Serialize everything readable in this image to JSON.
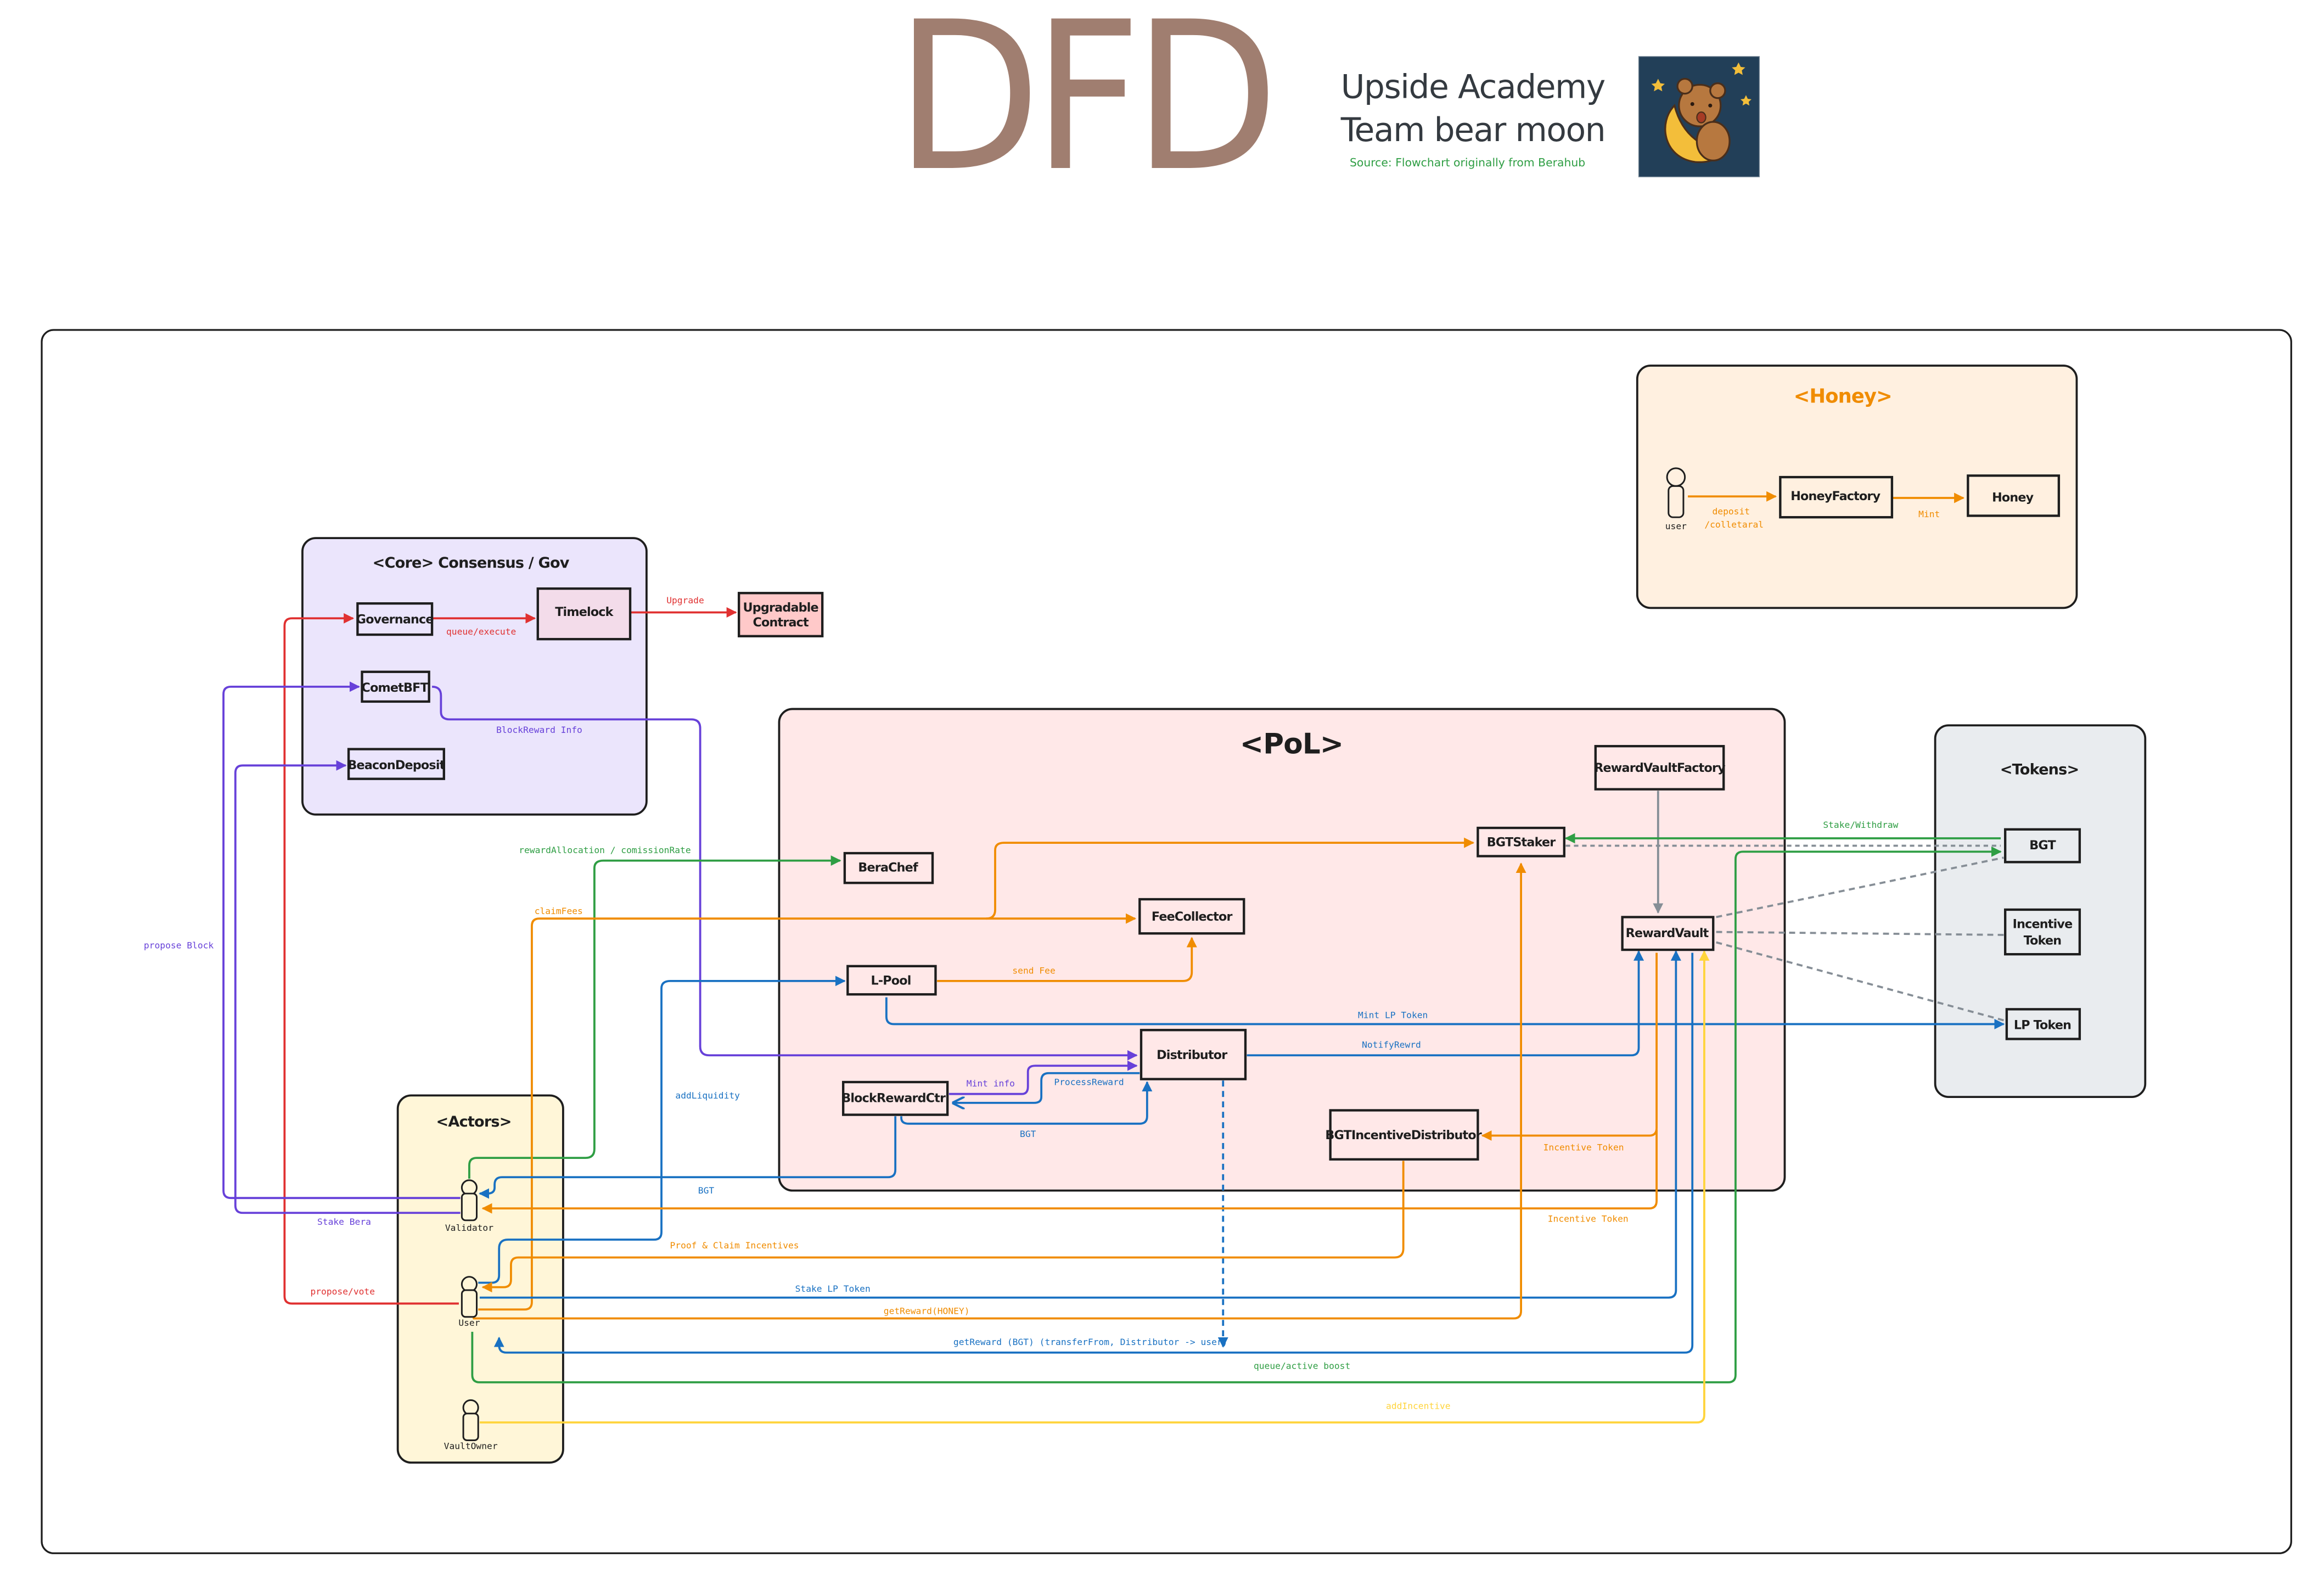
{
  "header": {
    "title": "DFD",
    "subtitle_line1": "Upside Academy",
    "subtitle_line2": "Team bear moon",
    "source": "Source: Flowchart originally from Berahub",
    "mascot_icon": "bear-on-moon-icon"
  },
  "colors": {
    "title": "#a07e70",
    "subtitle": "#343a40",
    "source": "#2f9e44",
    "red": "#e03131",
    "purple": "#6741d9",
    "green": "#2f9e44",
    "orange": "#f08c00",
    "blue": "#1971c2",
    "yellow": "#ffd43b",
    "gray": "#868e96",
    "honey_bg": "#fff0e0",
    "core_bg": "#ebe5fc",
    "pol_bg": "#ffe8e8",
    "tokens_bg": "#e9ecef",
    "actors_bg": "#fff6d8",
    "upgradable_bg": "#ffc9c9",
    "timelock_bg": "#f3dcea"
  },
  "groups": {
    "honey": "<Honey>",
    "core": "<Core> Consensus / Gov",
    "pol": "<PoL>",
    "tokens": "<Tokens>",
    "actors": "<Actors>"
  },
  "nodes": {
    "honey_factory": "HoneyFactory",
    "honey": "Honey",
    "governance": "Governance",
    "timelock": "Timelock",
    "upgradable_contract_1": "Upgradable",
    "upgradable_contract_2": "Contract",
    "comet_bft": "CometBFT",
    "beacon_deposit": "BeaconDeposit",
    "bera_chef": "BeraChef",
    "fee_collector": "FeeCollector",
    "l_pool": "L-Pool",
    "distributor": "Distributor",
    "block_reward_ctrl": "BlockRewardCtrl",
    "bgt_staker": "BGTStaker",
    "reward_vault_factory": "RewardVaultFactory",
    "reward_vault": "RewardVault",
    "bgt_incentive_distributor": "BGTIncentiveDistributor",
    "bgt": "BGT",
    "incentive_token_1": "Incentive",
    "incentive_token_2": "Token",
    "lp_token": "LP Token"
  },
  "actors": {
    "honey_user": "user",
    "validator": "Validator",
    "user": "User",
    "vault_owner": "VaultOwner"
  },
  "edge_labels": {
    "deposit_1": "deposit",
    "deposit_2": "/colletaral",
    "mint": "Mint",
    "queue_execute": "queue/execute",
    "upgrade": "Upgrade",
    "block_reward_info": "BlockReward Info",
    "propose_block": "propose Block",
    "stake_bera": "Stake Bera",
    "propose_vote": "propose/vote",
    "reward_allocation": "rewardAllocation / comissionRate",
    "claim_fees": "claimFees",
    "send_fee": "send Fee",
    "add_liquidity": "addLiquidity",
    "mint_lp_token": "Mint LP Token",
    "notify_reward": "NotifyRewrd",
    "mint_info": "Mint info",
    "process_reward": "ProcessReward",
    "bgt_inner": "BGT",
    "bgt_outer": "BGT",
    "stake_withdraw": "Stake/Withdraw",
    "incentive_token_inner": "Incentive Token",
    "incentive_token_outer": "Incentive Token",
    "proof_claim": "Proof & Claim Incentives",
    "stake_lp_token": "Stake LP Token",
    "get_reward_honey": "getReward(HONEY)",
    "get_reward_bgt": "getReward (BGT) (transferFrom, Distributor -> user)",
    "queue_active_boost": "queue/active boost",
    "add_incentive": "addIncentive"
  }
}
